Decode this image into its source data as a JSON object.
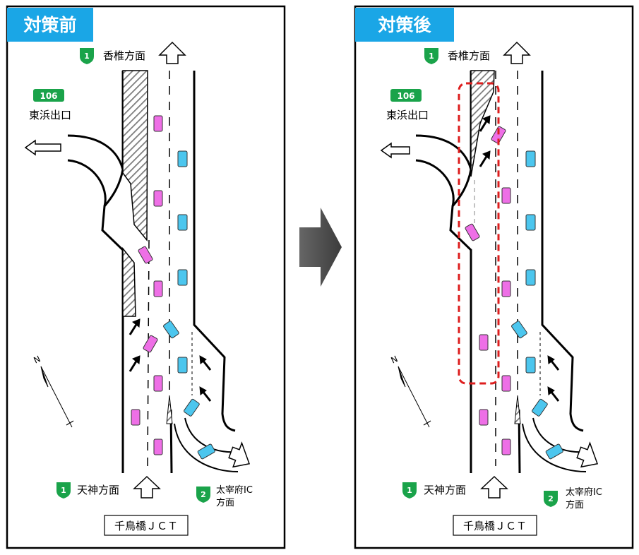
{
  "panels": [
    {
      "title": "対策前",
      "top_route": "1",
      "top_dest": "香椎方面",
      "exit_route": "106",
      "exit_name": "東浜出口",
      "bottom_route": "1",
      "bottom_dest": "天神方面",
      "ramp_route": "2",
      "ramp_dest_line1": "太宰府IC",
      "ramp_dest_line2": "方面",
      "junction": "千鳥橋ＪＣＴ",
      "compass": "N"
    },
    {
      "title": "対策後",
      "top_route": "1",
      "top_dest": "香椎方面",
      "exit_route": "106",
      "exit_name": "東浜出口",
      "bottom_route": "1",
      "bottom_dest": "天神方面",
      "ramp_route": "2",
      "ramp_dest_line1": "太宰府IC",
      "ramp_dest_line2": "方面",
      "junction": "千鳥橋ＪＣＴ",
      "compass": "N"
    }
  ],
  "colors": {
    "title_bg": "#1aa6e6",
    "route_green": "#1aa34a",
    "car_pink": "#ee6fe6",
    "car_blue": "#4cc6ee",
    "highlight": "#dd1e1e",
    "arrow_gray": "#5b5b5b"
  },
  "icons": [
    "route-shield-icon",
    "up-arrow-icon",
    "left-arrow-icon",
    "diagonal-arrow-icon",
    "compass-icon",
    "transition-arrow-icon"
  ]
}
